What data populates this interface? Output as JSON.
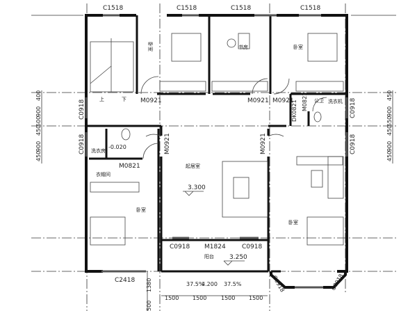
{
  "windows": {
    "top": [
      "C1518",
      "C1518",
      "C1518",
      "C1518"
    ],
    "left_upper": "C0918",
    "left_lower": "C0918",
    "right_upper": "C0918",
    "right_lower": "C0918",
    "balcony_left": "C0918",
    "balcony_right": "C0918",
    "bedroom_left": "C2418",
    "bay_left": "C0918",
    "bay_right": "C0918"
  },
  "doors": {
    "bedroom_top_left": "M0921",
    "study": "M0921",
    "bedroom_top_right": "M0921",
    "laundry_right": "DK0821",
    "bathroom_right": "M0821",
    "bathroom_left": "M0821",
    "bedroom_left": "M0921",
    "bedroom_right": "M0921",
    "balcony": "M1824"
  },
  "rooms": {
    "stair_up": "上",
    "stair_down": "下",
    "bedroom_top_left": "卧室",
    "study": "书房",
    "bedroom_top_right": "卧室",
    "bathroom": "公卫",
    "laundry_right": "洗衣机",
    "laundry_left": "洗衣房",
    "cloakroom": "衣帽间",
    "living": "起居室",
    "bedroom_left": "卧室",
    "bedroom_right": "卧室",
    "balcony": "阳台"
  },
  "elevations": {
    "bathroom": "-0.020",
    "living": "3.300",
    "balcony": "3.250",
    "roof": "4.200"
  },
  "slopes": [
    "37.5%",
    "37.5%"
  ],
  "dimensions": {
    "bottom": [
      "1500",
      "1500",
      "1500",
      "1500"
    ],
    "bottom_vertical": [
      "1380",
      "500"
    ],
    "left": [
      "400",
      "900",
      "500",
      "450",
      "900",
      "450"
    ],
    "right": [
      "450",
      "900",
      "550",
      "450",
      "900",
      "450"
    ]
  }
}
